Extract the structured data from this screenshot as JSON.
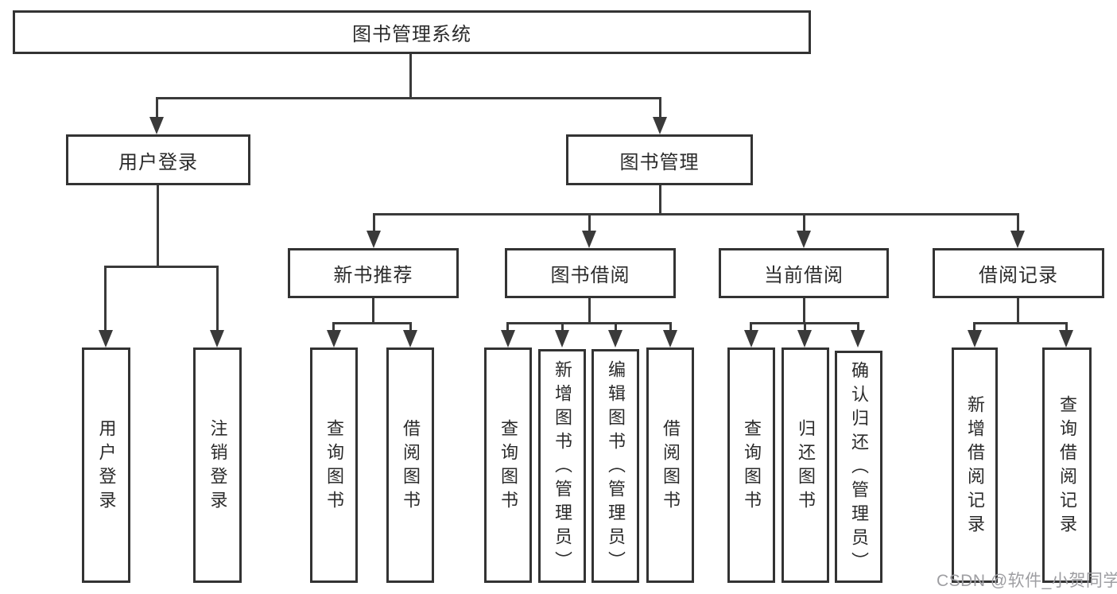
{
  "diagram": {
    "title": "图书管理系统",
    "branches": [
      {
        "label": "用户登录",
        "children": [
          {
            "label": "用户登录"
          },
          {
            "label": "注销登录"
          }
        ]
      },
      {
        "label": "图书管理",
        "children": [
          {
            "label": "新书推荐",
            "children": [
              {
                "label": "查询图书"
              },
              {
                "label": "借阅图书"
              }
            ]
          },
          {
            "label": "图书借阅",
            "children": [
              {
                "label": "查询图书"
              },
              {
                "label": "新增图书（管理员）"
              },
              {
                "label": "编辑图书（管理员）"
              },
              {
                "label": "借阅图书"
              }
            ]
          },
          {
            "label": "当前借阅",
            "children": [
              {
                "label": "查询图书"
              },
              {
                "label": "归还图书"
              },
              {
                "label": "确认归还（管理员）"
              }
            ]
          },
          {
            "label": "借阅记录",
            "children": [
              {
                "label": "新增借阅记录"
              },
              {
                "label": "查询借阅记录"
              }
            ]
          }
        ]
      }
    ]
  },
  "watermark": {
    "text": "CSDN @软件_小贺同学",
    "color": "#9e9ea2"
  },
  "colors": {
    "line": "#3a3a3a",
    "box_border": "#333333",
    "text": "#2b2b2b",
    "background": "#ffffff"
  }
}
